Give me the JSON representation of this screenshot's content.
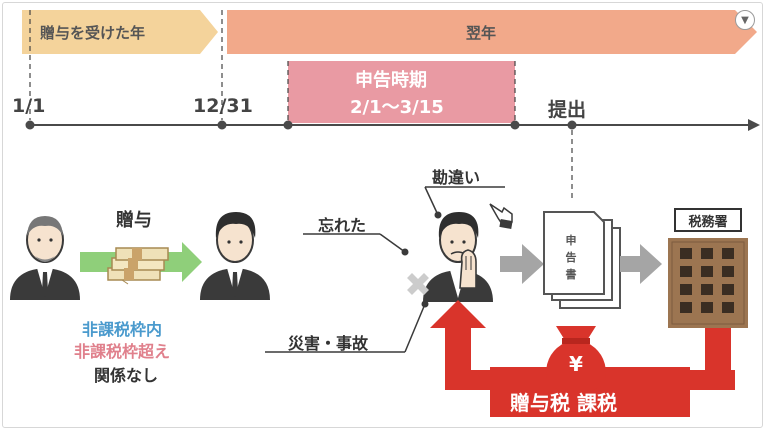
{
  "timeline": {
    "gift_year_label": "贈与を受けた年",
    "next_year_label": "翌年",
    "start_date": "1/1",
    "end_date": "12/31",
    "filing_period_title": "申告時期",
    "filing_period_dates": "2/1〜3/15",
    "submission_label": "提出"
  },
  "gift": {
    "label": "贈与",
    "outcomes": [
      "非課税枠内",
      "非課税枠超え",
      "関係なし"
    ]
  },
  "reasons": {
    "forgot": "忘れた",
    "misunderstanding": "勘違い",
    "disaster": "災害・事故"
  },
  "document": {
    "label": "申告書"
  },
  "tax_office": {
    "label": "税務署"
  },
  "penalty": {
    "label": "贈与税 課税",
    "currency_symbol": "¥"
  },
  "colors": {
    "gift_year_arrow": "#f4d39b",
    "next_year_arrow": "#f2a98a",
    "filing_period_box": "#e99aa3",
    "timeline_line": "#4a4a4a",
    "within_exemption": "#4a9acd",
    "exceeds_exemption": "#e0808c",
    "penalty_red": "#d9342b",
    "gray_arrow": "#a5a5a5",
    "building_brown": "#9c7551",
    "green_arrow": "#8fcf7a"
  },
  "icons": [
    "person-icon",
    "money-bundle-icon",
    "document-icon",
    "building-icon",
    "money-bag-icon",
    "pointing-hand-icon",
    "cross-icon"
  ]
}
